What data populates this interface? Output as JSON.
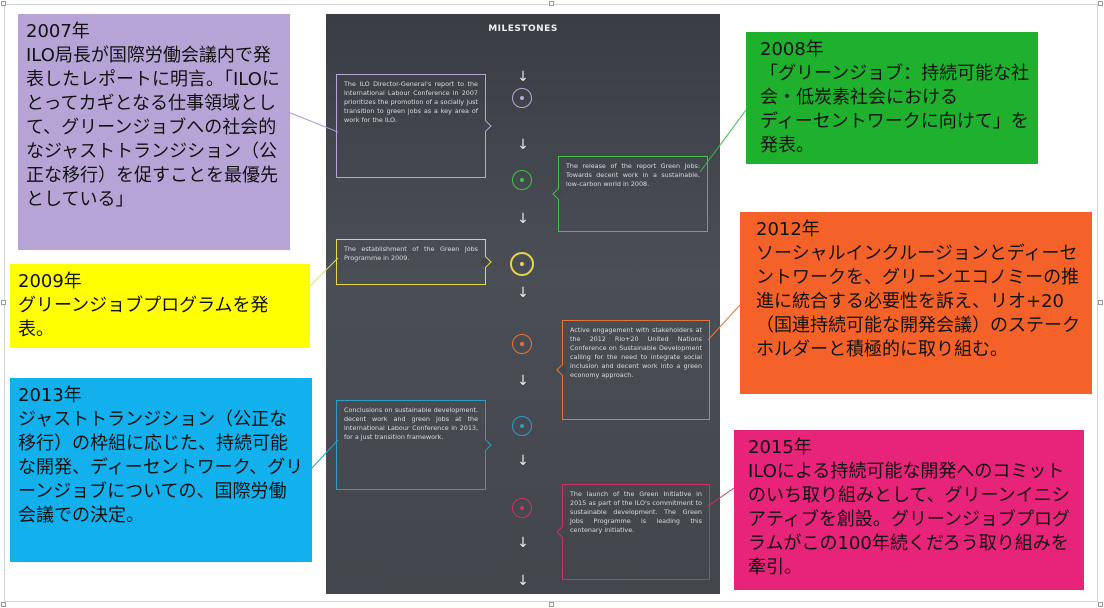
{
  "infographic": {
    "title": "MILESTONES",
    "cards": [
      {
        "text": "The ILO Director-General's report to the International Labour Conference in 2007 prioritizes the promotion of a socially just transition to green jobs as a key area of work for the ILO."
      },
      {
        "text": "The release of the report Green Jobs: Towards decent work in a sustainable, low-carbon world in 2008."
      },
      {
        "text": "The establishment of the Green Jobs Programme in 2009."
      },
      {
        "text": "Active engagement with stakeholders at the 2012 Rio+20 United Nations Conference on Sustainable Development calling for the need to integrate social inclusion and decent work into a green economy approach."
      },
      {
        "text": "Conclusions on sustainable development, decent work and green jobs at the International Labour Conference in 2013, for a just transition framework."
      },
      {
        "text": "The launch of the Green Initiative in 2015 as part of the ILO's commitment to sustainable development. The Green Jobs Programme is leading this centenary initiative."
      }
    ],
    "colors": {
      "c2007": "#b8a6d6",
      "c2008": "#3ec24a",
      "c2009": "#e8d64a",
      "c2012": "#e8743a",
      "c2013": "#2a9fc4",
      "c2015": "#d0306a"
    },
    "arrow_glyph": "↓"
  },
  "notes": {
    "n2007": "2007年\nILO局長が国際労働会議内で発表したレポートに明言。「ILOにとってカギとなる仕事領域として、グリーンジョブへの社会的なジャストトランジション（公正な移行）を促すことを最優先としている」",
    "n2008": "2008年\n「グリーンジョブ：持続可能な社会・低炭素社会における\nディーセントワークに向けて」を発表。",
    "n2009": "2009年\nグリーンジョブプログラムを発表。",
    "n2012": "2012年\nソーシャルインクルージョンとディーセントワークを、グリーンエコノミーの推進に統合する必要性を訴え、リオ+20（国連持続可能な開発会議）のステークホルダーと積極的に取り組む。",
    "n2013": "2013年\nジャストトランジション（公正な移行）の枠組に応じた、持続可能な開発、ディーセントワーク、グリーンジョブについての、国際労働会議での決定。",
    "n2015": "2015年\nILOによる持続可能な開発へのコミットのいち取り組みとして、グリーンイニシアティブを創設。グリーンジョブプログラムがこの100年続くだろう取り組みを牽引。"
  },
  "note_colors": {
    "n2007": "#b7a4d6",
    "n2008": "#1fb02e",
    "n2009": "#ffff00",
    "n2012": "#f4622a",
    "n2013": "#12b0ec",
    "n2015": "#e8237a"
  }
}
